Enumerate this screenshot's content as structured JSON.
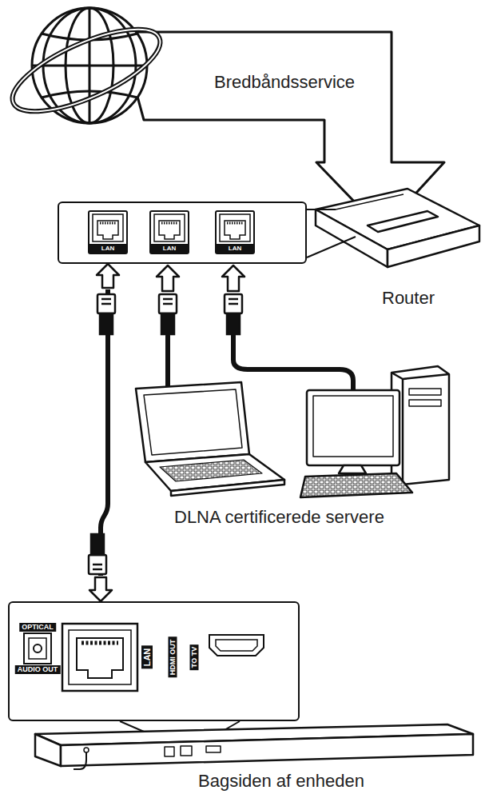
{
  "diagram": {
    "nodes": [
      {
        "text": [
          "LAN",
          "LAN",
          "LAN"
        ]
      },
      {
        "text": [
          "OPTICAL",
          "AUDIO OUT",
          "LAN",
          "HDMI OUT",
          "TO TV"
        ]
      }
    ],
    "edges": [
      {
        "from": 0,
        "to": 1,
        "arrow": "both"
      }
    ],
    "labels": [
      "Bredbåndsservice",
      "Router",
      "DLNA certificerede servere",
      "Bagsiden af enheden"
    ]
  }
}
